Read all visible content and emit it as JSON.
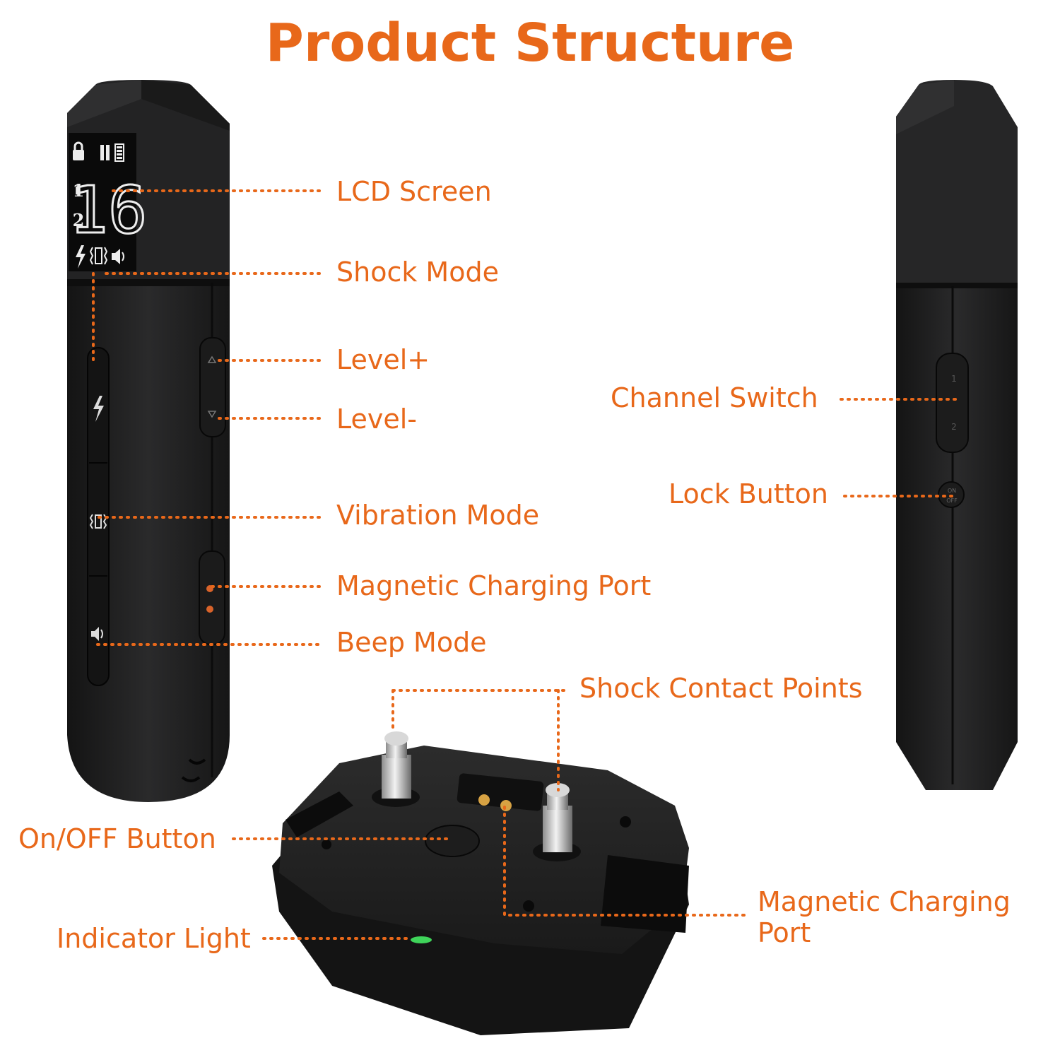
{
  "title": "Product Structure",
  "accent_color": "#e8681a",
  "device_color": "#1f1f20",
  "lcd": {
    "digits": "16",
    "channels": [
      "1",
      "2"
    ],
    "icons": [
      "lock-icon",
      "signal-icon",
      "battery-icon",
      "shock-icon",
      "vibration-icon",
      "beep-icon"
    ]
  },
  "callouts": {
    "lcd_screen": "LCD Screen",
    "shock_mode": "Shock Mode",
    "level_up": "Level+",
    "level_down": "Level-",
    "vibration_mode": "Vibration Mode",
    "charging_port_remote": "Magnetic Charging Port",
    "beep_mode": "Beep Mode",
    "channel_switch": "Channel Switch",
    "lock_button": "Lock Button",
    "shock_contact_points": "Shock Contact Points",
    "on_off_button": "On/OFF Button",
    "charging_port_collar": "Magnetic Charging Port",
    "indicator_light": "Indicator Light"
  },
  "side_button_labels": {
    "channel_1": "1",
    "channel_2": "2",
    "lock_on": "ON",
    "lock_off": "OFF"
  },
  "indicator_color": "#3fd45a"
}
